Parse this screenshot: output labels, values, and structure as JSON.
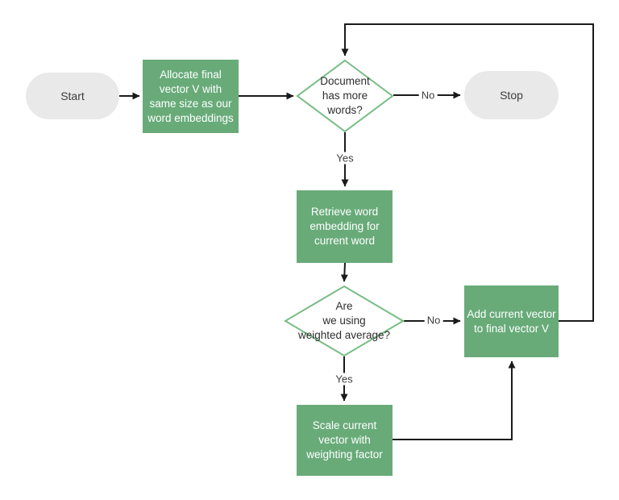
{
  "diagram": {
    "title": "word-embedding-averaging-flowchart",
    "colors": {
      "process_fill": "#68ab79",
      "process_text": "#ffffff",
      "decision_border": "#77bd85",
      "decision_fill": "#ffffff",
      "terminal_fill": "#e9e9e9",
      "terminal_text": "#3d3d3d",
      "line": "#1a1a1a",
      "background": "#ffffff"
    },
    "nodes": {
      "start": {
        "label": "Start",
        "type": "terminal"
      },
      "allocate": {
        "label": "Allocate final\nvector V with\nsame size as our\nword embeddings",
        "type": "process"
      },
      "has_more_words": {
        "label": "Document\nhas more\nwords?",
        "type": "decision"
      },
      "stop": {
        "label": "Stop",
        "type": "terminal"
      },
      "retrieve": {
        "label": "Retrieve word\nembedding for\ncurrent word",
        "type": "process"
      },
      "weighted_average": {
        "label": "Are\nwe using\nweighted average?",
        "type": "decision"
      },
      "add_vector": {
        "label": "Add current vector\nto final vector V",
        "type": "process"
      },
      "scale_vector": {
        "label": "Scale current\nvector with\nweighting factor",
        "type": "process"
      }
    },
    "edge_labels": {
      "no_stop": "No",
      "yes_retrieve": "Yes",
      "no_add": "No",
      "yes_scale": "Yes"
    }
  }
}
